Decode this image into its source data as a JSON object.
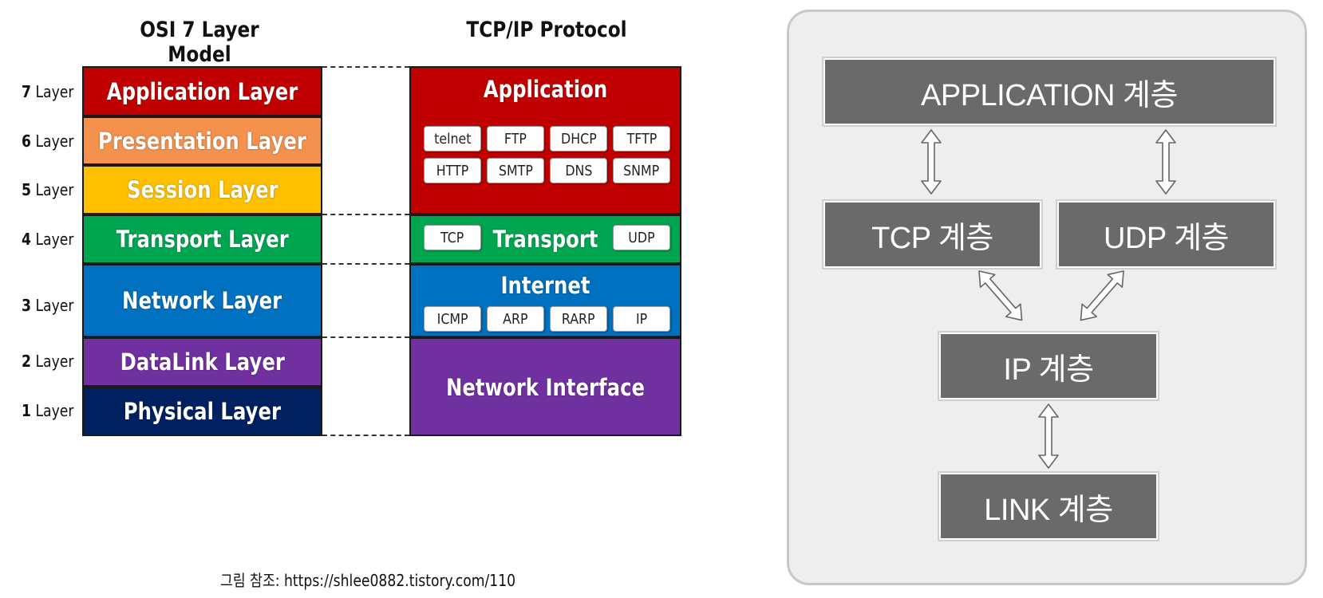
{
  "osi": {
    "title": "OSI 7 Layer Model",
    "layers": [
      {
        "num": "7",
        "suffix": "Layer",
        "label": "Application Layer",
        "color": "#c00000"
      },
      {
        "num": "6",
        "suffix": "Layer",
        "label": "Presentation Layer",
        "color": "#f4914d"
      },
      {
        "num": "5",
        "suffix": "Layer",
        "label": "Session Layer",
        "color": "#ffc000"
      },
      {
        "num": "4",
        "suffix": "Layer",
        "label": "Transport Layer",
        "color": "#00a550"
      },
      {
        "num": "3",
        "suffix": "Layer",
        "label": "Network Layer",
        "color": "#0070c0"
      },
      {
        "num": "2",
        "suffix": "Layer",
        "label": "DataLink Layer",
        "color": "#7030a0"
      },
      {
        "num": "1",
        "suffix": "Layer",
        "label": "Physical Layer",
        "color": "#002060"
      }
    ]
  },
  "tcpip": {
    "title": "TCP/IP Protocol",
    "application": {
      "label": "Application",
      "color": "#c00000",
      "protocols": [
        "telnet",
        "FTP",
        "DHCP",
        "TFTP",
        "HTTP",
        "SMTP",
        "DNS",
        "SNMP"
      ]
    },
    "transport": {
      "label": "Transport",
      "color": "#00a550",
      "protocols": [
        "TCP",
        "UDP"
      ]
    },
    "internet": {
      "label": "Internet",
      "color": "#0070c0",
      "protocols": [
        "ICMP",
        "ARP",
        "RARP",
        "IP"
      ]
    },
    "network_interface": {
      "label": "Network Interface",
      "color": "#7030a0"
    }
  },
  "caption": "그림 참조: https://shlee0882.tistory.com/110",
  "stack": {
    "application": "APPLICATION 계층",
    "tcp": "TCP 계층",
    "udp": "UDP 계층",
    "ip": "IP 계층",
    "link": "LINK 계층",
    "box_color": "#6a6a6a",
    "panel_color": "#eeeeee"
  }
}
